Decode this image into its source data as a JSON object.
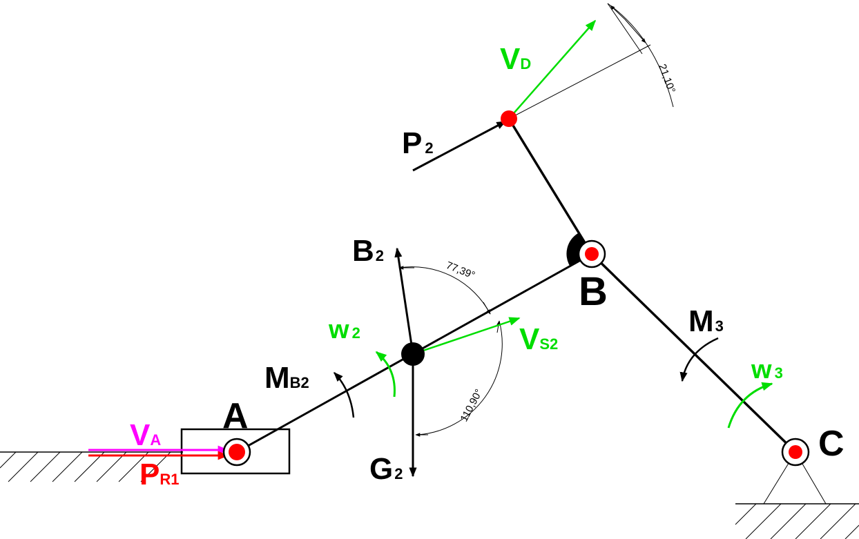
{
  "colors": {
    "link": "#000000",
    "velocity": "#00dd00",
    "force_red": "#ff0000",
    "velocity_a": "#ff00ff",
    "joint": "#ff0000"
  },
  "points": {
    "A": "A",
    "B": "B",
    "C": "C"
  },
  "labels": {
    "vd_main": "V",
    "vd_sub": "D",
    "p2_main": "P",
    "p2_sub": "2",
    "b2_main": "B",
    "b2_sub": "2",
    "g2_main": "G",
    "g2_sub": "2",
    "mb2_main": "M",
    "mb2_sub": "B2",
    "w2_main": "w",
    "w2_sub": "2",
    "vs2_main": "V",
    "vs2_sub": "S2",
    "m3_main": "M",
    "m3_sub": "3",
    "w3_main": "w",
    "w3_sub": "3",
    "va_main": "V",
    "va_sub": "A",
    "pr1_main": "P",
    "pr1_sub": "R1"
  },
  "dimensions": {
    "angle_vd": "21,10°",
    "angle_b2": "77,39°",
    "angle_g2": "110,90°"
  }
}
